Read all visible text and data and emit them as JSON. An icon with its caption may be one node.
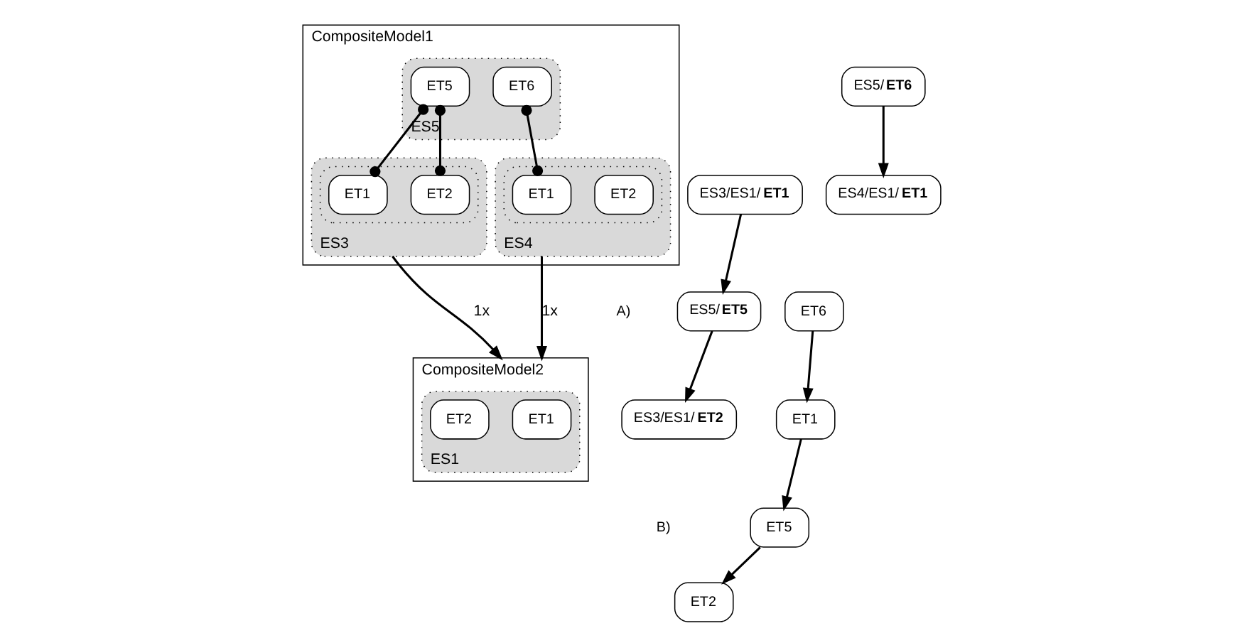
{
  "diagram": {
    "nodes": [
      {
        "text": [
          "CompositeModel1"
        ]
      },
      {
        "text": [
          "ES5"
        ],
        "in": 0
      },
      {
        "text": [
          "ET5"
        ],
        "in": 1
      },
      {
        "text": [
          "ET6"
        ],
        "in": 1
      },
      {
        "text": [
          "ES3"
        ],
        "in": 0
      },
      {
        "text": [],
        "shape": "ellipse",
        "in": 4
      },
      {
        "text": [
          "ET1"
        ],
        "in": 5
      },
      {
        "text": [
          "ET2"
        ],
        "in": 5
      },
      {
        "text": [
          "ES4"
        ],
        "in": 0
      },
      {
        "text": [],
        "shape": "ellipse",
        "in": 8
      },
      {
        "text": [
          "ET1"
        ],
        "in": 9
      },
      {
        "text": [
          "ET2"
        ],
        "in": 9
      },
      {
        "text": [
          "CompositeModel2"
        ]
      },
      {
        "text": [
          "ES1"
        ],
        "in": 12
      },
      {
        "text": [
          "ET1"
        ],
        "in": 13
      },
      {
        "text": [
          "ET2"
        ],
        "in": 13
      },
      {
        "text": [
          "ES3/ES1/**ET2**"
        ]
      },
      {
        "text": [
          "ES3/ES1/**ET1**"
        ]
      },
      {
        "text": [
          "ES4/ES1/**ET1**"
        ]
      },
      {
        "text": [
          "ES5/**ET5**"
        ]
      },
      {
        "text": [
          "ES5/**ET6**"
        ]
      },
      {
        "text": [
          "ET2"
        ]
      },
      {
        "text": [
          "ET1"
        ]
      },
      {
        "text": [
          "ET5"
        ]
      },
      {
        "text": [
          "ET6"
        ]
      }
    ],
    "edges": [
      {
        "from": 2,
        "to": 7,
        "arrow": "other"
      },
      {
        "from": 2,
        "to": 6,
        "arrow": "other"
      },
      {
        "from": 3,
        "to": 10,
        "arrow": "other"
      },
      {
        "from": 4,
        "to": 12,
        "arrow": "to",
        "label": "1x"
      },
      {
        "from": 8,
        "to": 12,
        "arrow": "to",
        "label": "1x"
      },
      {
        "from": 19,
        "to": 16,
        "arrow": "to"
      },
      {
        "from": 17,
        "to": 19,
        "arrow": "to"
      },
      {
        "from": 20,
        "to": 18,
        "arrow": "to"
      },
      {
        "from": 23,
        "to": 21,
        "arrow": "to"
      },
      {
        "from": 22,
        "to": 23,
        "arrow": "to"
      },
      {
        "from": 24,
        "to": 22,
        "arrow": "to"
      }
    ],
    "labels": [
      "A)",
      "B)"
    ]
  }
}
